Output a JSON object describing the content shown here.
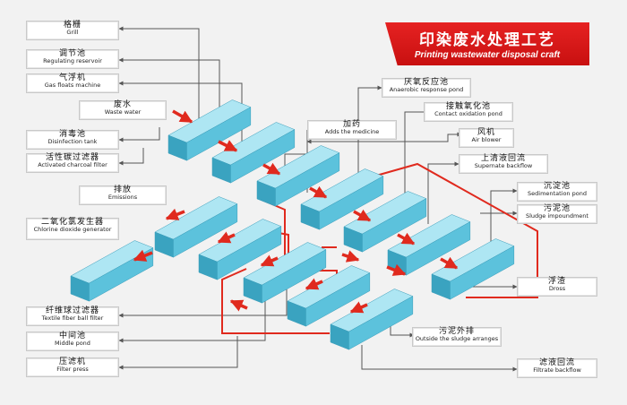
{
  "title": {
    "cn": "印染废水处理工艺",
    "en": "Printing wastewater disposal craft"
  },
  "labels": {
    "grill": {
      "cn": "格栅",
      "en": "Grill"
    },
    "regulating": {
      "cn": "调节池",
      "en": "Regulating reservoir"
    },
    "gas_floats": {
      "cn": "气浮机",
      "en": "Gas floats machine"
    },
    "waste_water": {
      "cn": "废水",
      "en": "Waste water"
    },
    "disinfection": {
      "cn": "消毒池",
      "en": "Disinfection tank"
    },
    "charcoal": {
      "cn": "活性碳过滤器",
      "en": "Activated charcoal filter"
    },
    "emissions": {
      "cn": "排放",
      "en": "Emissions"
    },
    "chlorine": {
      "cn": "二氧化氯发生器",
      "en": "Chlorine dioxide generator"
    },
    "textile_filter": {
      "cn": "纤维球过滤器",
      "en": "Textile fiber ball filter"
    },
    "middle_pond": {
      "cn": "中间池",
      "en": "Middle pond"
    },
    "filter_press": {
      "cn": "压滤机",
      "en": "Filter press"
    },
    "anaerobic": {
      "cn": "厌氧反应池",
      "en": "Anaerobic response pond"
    },
    "contact_oxidation": {
      "cn": "接触氧化池",
      "en": "Contact oxidation pond"
    },
    "medicine": {
      "cn": "加药",
      "en": "Adds the medicine"
    },
    "air_blower": {
      "cn": "风机",
      "en": "Air blower"
    },
    "supernate": {
      "cn": "上清液回流",
      "en": "Supernate backflow"
    },
    "sedimentation": {
      "cn": "沉淀池",
      "en": "Sedimentation pond"
    },
    "sludge_impound": {
      "cn": "污泥池",
      "en": "Sludge impoundment"
    },
    "dross": {
      "cn": "浮渣",
      "en": "Dross"
    },
    "sludge_out": {
      "cn": "污泥外排",
      "en": "Outside the sludge arranges"
    },
    "filtrate": {
      "cn": "滤液回流",
      "en": "Filtrate backflow"
    }
  },
  "colors": {
    "tank_top": "#aee6f3",
    "tank_front": "#5cc2dc",
    "tank_side": "#3aa3c0",
    "flow_red": "#e02a1e",
    "connector": "#555555"
  }
}
